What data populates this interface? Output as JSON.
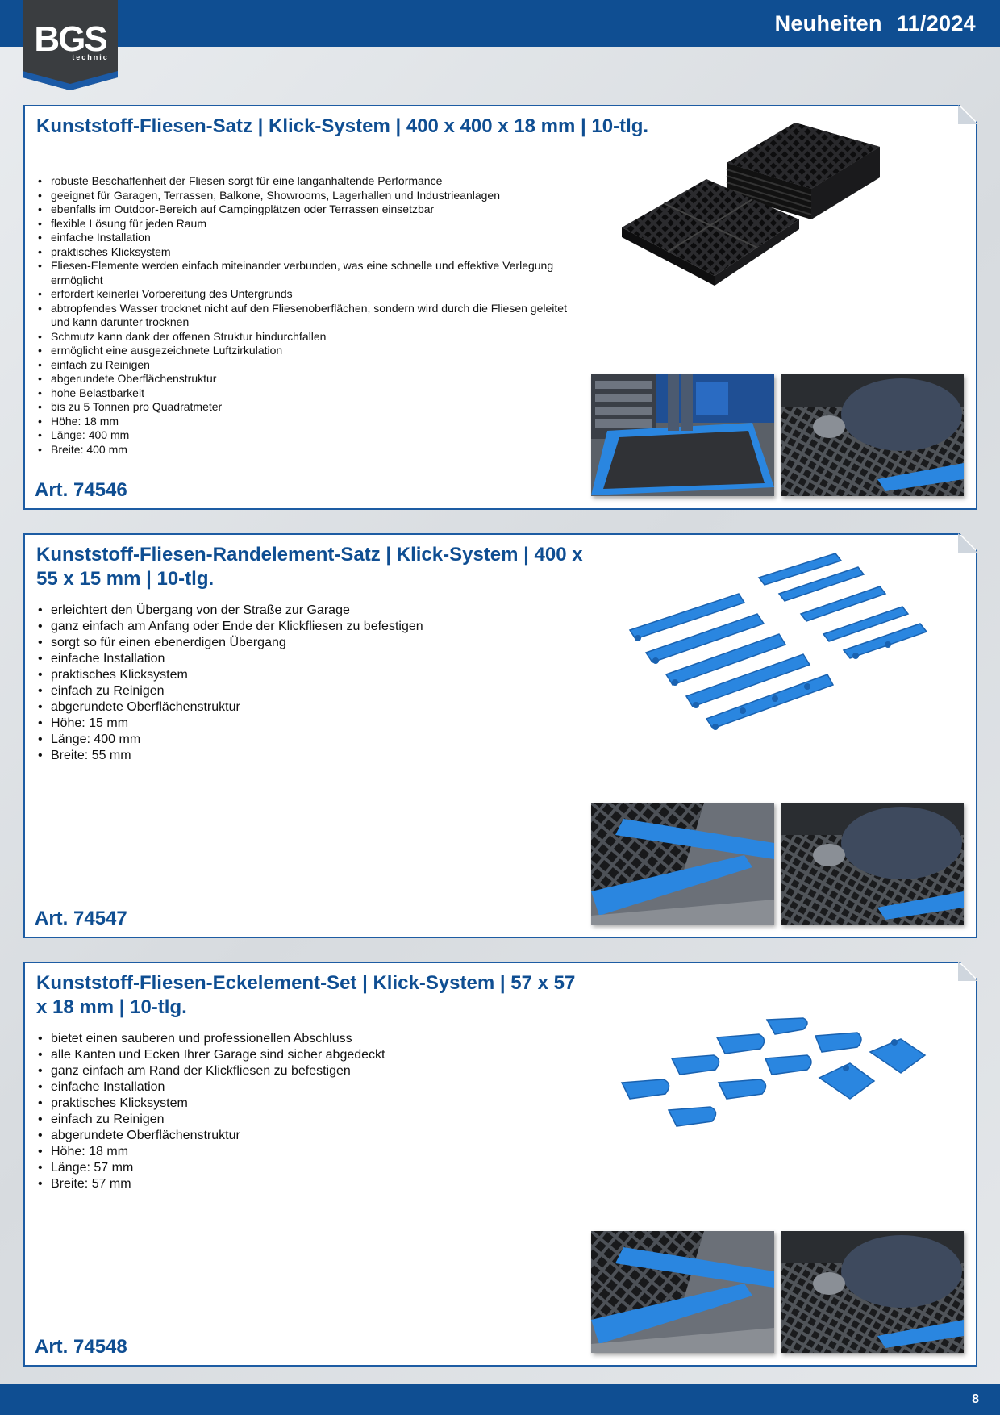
{
  "header": {
    "title": "Neuheiten",
    "issue": "11/2024"
  },
  "logo": {
    "brand": "BGS",
    "sub": "technic"
  },
  "footer": {
    "page_number": "8"
  },
  "colors": {
    "brand_blue": "#0f4e92",
    "product_blue": "#2a86e0",
    "tile_black": "#1f1f22"
  },
  "products": [
    {
      "title": "Kunststoff-Fliesen-Satz | Klick-System | 400 x 400 x 18 mm | 10-tlg.",
      "features": [
        "robuste Beschaffenheit der Fliesen sorgt für eine langanhaltende Performance",
        "geeignet für Garagen, Terrassen, Balkone, Showrooms, Lagerhallen und Industrieanlagen",
        "ebenfalls im Outdoor-Bereich auf Campingplätzen oder Terrassen einsetzbar",
        "flexible Lösung für jeden Raum",
        "einfache Installation",
        "praktisches Klicksystem",
        "Fliesen-Elemente werden einfach miteinander verbunden, was eine schnelle und effektive Verlegung ermöglicht",
        "erfordert keinerlei Vorbereitung des Untergrunds",
        "abtropfendes Wasser trocknet nicht auf den Fliesenoberflächen, sondern wird durch die Fliesen geleitet und kann darunter trocknen",
        "Schmutz kann dank der offenen Struktur hindurchfallen",
        "ermöglicht eine ausgezeichnete Luftzirkulation",
        "einfach zu Reinigen",
        "abgerundete Oberflächenstruktur",
        "hohe Belastbarkeit",
        "bis zu 5 Tonnen pro Quadratmeter",
        "Höhe: 18 mm",
        "Länge: 400 mm",
        "Breite: 400 mm"
      ],
      "article": "Art. 74546"
    },
    {
      "title": "Kunststoff-Fliesen-Randelement-Satz | Klick-System | 400 x 55 x 15 mm | 10-tlg.",
      "features": [
        "erleichtert den Übergang von der Straße zur Garage",
        "ganz einfach am Anfang oder Ende der Klickfliesen zu befestigen",
        "sorgt so für einen ebenerdigen Übergang",
        "einfache Installation",
        "praktisches Klicksystem",
        "einfach zu Reinigen",
        "abgerundete Oberflächenstruktur",
        "Höhe: 15 mm",
        "Länge: 400 mm",
        "Breite: 55 mm"
      ],
      "article": "Art. 74547"
    },
    {
      "title": "Kunststoff-Fliesen-Eckelement-Set | Klick-System | 57 x 57 x 18 mm | 10-tlg.",
      "features": [
        "bietet einen sauberen und professionellen Abschluss",
        "alle Kanten und Ecken Ihrer Garage sind sicher abgedeckt",
        "ganz einfach am Rand der Klickfliesen zu befestigen",
        "einfache Installation",
        "praktisches Klicksystem",
        "einfach zu Reinigen",
        "abgerundete Oberflächenstruktur",
        "Höhe: 18 mm",
        "Länge: 57 mm",
        "Breite: 57 mm"
      ],
      "article": "Art. 74548"
    }
  ]
}
